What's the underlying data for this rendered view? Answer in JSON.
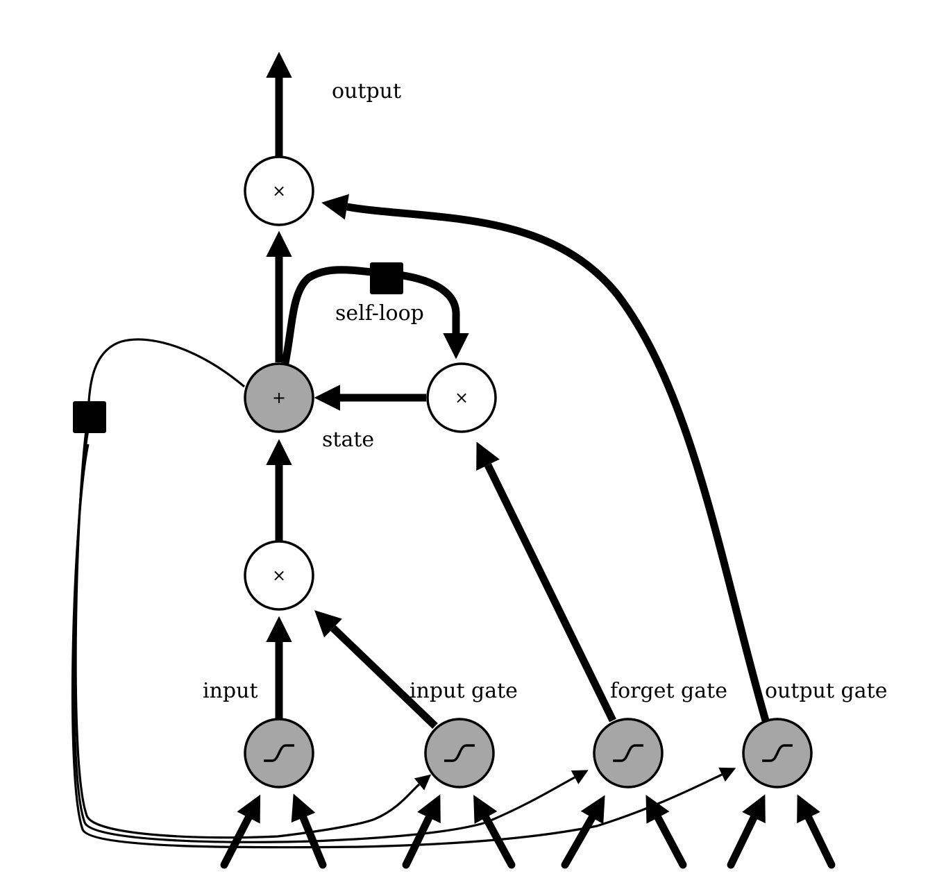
{
  "labels": {
    "output": "output",
    "self_loop": "self-loop",
    "state": "state",
    "input": "input",
    "input_gate": "input gate",
    "forget_gate": "forget gate",
    "output_gate": "output gate"
  },
  "operators": {
    "multiply": "×",
    "add": "+"
  },
  "colors": {
    "unit_fill": "#a6a6a6",
    "op_fill": "#ffffff",
    "stroke": "#000000"
  }
}
